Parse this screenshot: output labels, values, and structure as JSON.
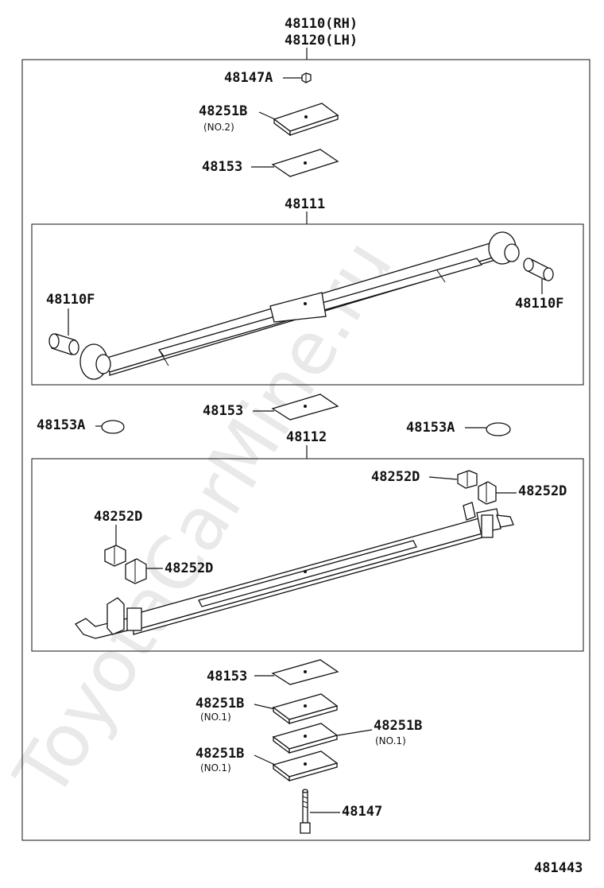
{
  "header": {
    "line1": "48110(RH)",
    "line2": "48120(LH)"
  },
  "labels": {
    "p48147A": "48147A",
    "p48251B_top": "48251B",
    "no2": "(NO.2)",
    "p48153_top": "48153",
    "p48111": "48111",
    "p48110F_left": "48110F",
    "p48110F_right": "48110F",
    "p48153_mid": "48153",
    "p48153A_left": "48153A",
    "p48153A_right": "48153A",
    "p48112": "48112",
    "p48252D_tr1": "48252D",
    "p48252D_tr2": "48252D",
    "p48252D_l1": "48252D",
    "p48252D_l2": "48252D",
    "p48153_bot": "48153",
    "p48251B_b1": "48251B",
    "no1_a": "(NO.1)",
    "p48251B_b2": "48251B",
    "no1_b": "(NO.1)",
    "p48251B_b3": "48251B",
    "no1_c": "(NO.1)",
    "p48147": "48147"
  },
  "watermark": "ToyotaCarMine.ru",
  "diagram_id": "481443"
}
